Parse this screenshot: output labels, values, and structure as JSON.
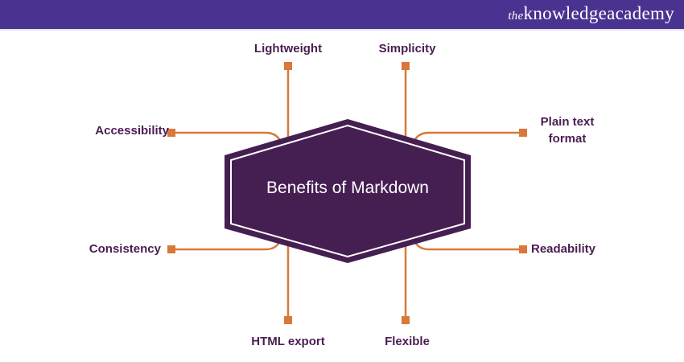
{
  "brand": {
    "prefix": "the",
    "name": "knowledgeacademy"
  },
  "center_title": "Benefits of Markdown",
  "benefits": {
    "lightweight": "Lightweight",
    "simplicity": "Simplicity",
    "accessibility": "Accessibility",
    "plain_text_1": "Plain text",
    "plain_text_2": "format",
    "consistency": "Consistency",
    "readability": "Readability",
    "html_export": "HTML export",
    "flexible": "Flexible"
  },
  "colors": {
    "header": "#4a3390",
    "hexagon": "#461f52",
    "connector": "#d9783a",
    "label": "#4a1d52"
  }
}
